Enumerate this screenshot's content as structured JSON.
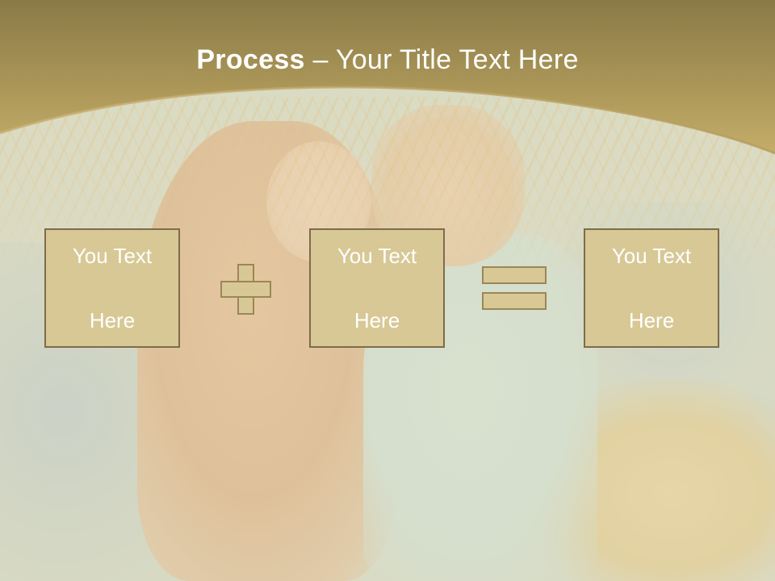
{
  "slide": {
    "title_bold": "Process",
    "title_rest": " – Your Title Text Here",
    "boxes": [
      {
        "line1": "You Text",
        "line2": "Here"
      },
      {
        "line1": "You Text",
        "line2": "Here"
      },
      {
        "line1": "You Text",
        "line2": "Here"
      }
    ],
    "operators": [
      "plus-icon",
      "equals-icon"
    ]
  },
  "colors": {
    "header_top": "#8a7a47",
    "header_bottom": "#c4ad6a",
    "box_fill": "#d8c895",
    "box_border": "#7d6c4a",
    "text": "#ffffff"
  }
}
